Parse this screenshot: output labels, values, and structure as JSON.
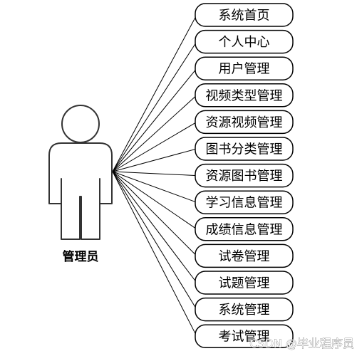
{
  "actor": {
    "label": "管理员"
  },
  "use_cases": [
    {
      "label": "系统首页"
    },
    {
      "label": "个人中心"
    },
    {
      "label": "用户管理"
    },
    {
      "label": "视频类型管理"
    },
    {
      "label": "资源视频管理"
    },
    {
      "label": "图书分类管理"
    },
    {
      "label": "资源图书管理"
    },
    {
      "label": "学习信息管理"
    },
    {
      "label": "成绩信息管理"
    },
    {
      "label": "试卷管理"
    },
    {
      "label": "试题管理"
    },
    {
      "label": "系统管理"
    },
    {
      "label": "考试管理"
    }
  ],
  "watermark": "CSDN @毕业程序员",
  "colors": {
    "stroke": "#000000",
    "actor_stroke": "#333333",
    "background": "#ffffff"
  }
}
